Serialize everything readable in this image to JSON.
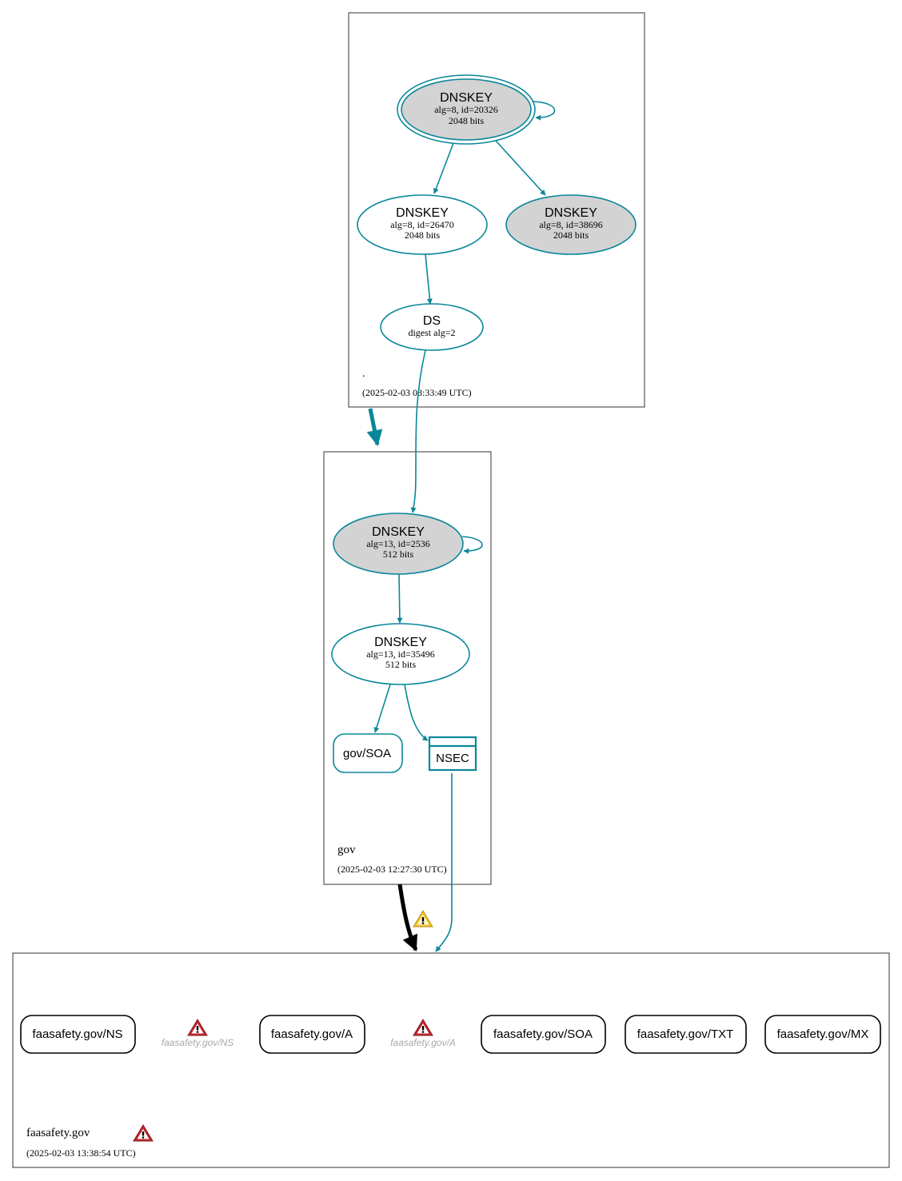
{
  "colors": {
    "teal": "#0a879a",
    "gray_fill": "#d3d3d3",
    "black": "#000000",
    "warn_red": "#c0262d",
    "warn_yellow": "#f2c12e",
    "ghost_text": "#a9a9a9"
  },
  "zones": {
    "root": {
      "name": ".",
      "timestamp": "(2025-02-03 08:33:49 UTC)"
    },
    "gov": {
      "name": "gov",
      "timestamp": "(2025-02-03 12:27:30 UTC)"
    },
    "faasafety": {
      "name": "faasafety.gov",
      "timestamp": "(2025-02-03 13:38:54 UTC)"
    }
  },
  "nodes": {
    "root_ksk": {
      "title": "DNSKEY",
      "line1": "alg=8, id=20326",
      "line2": "2048 bits"
    },
    "root_zsk": {
      "title": "DNSKEY",
      "line1": "alg=8, id=26470",
      "line2": "2048 bits"
    },
    "root_key3": {
      "title": "DNSKEY",
      "line1": "alg=8, id=38696",
      "line2": "2048 bits"
    },
    "ds": {
      "title": "DS",
      "line1": "digest alg=2"
    },
    "gov_ksk": {
      "title": "DNSKEY",
      "line1": "alg=13, id=2536",
      "line2": "512 bits"
    },
    "gov_zsk": {
      "title": "DNSKEY",
      "line1": "alg=13, id=35496",
      "line2": "512 bits"
    },
    "gov_soa": {
      "label": "gov/SOA"
    },
    "nsec": {
      "label": "NSEC"
    }
  },
  "rrsets": [
    {
      "label": "faasafety.gov/NS",
      "style": "solid"
    },
    {
      "label": "faasafety.gov/NS",
      "style": "ghost"
    },
    {
      "label": "faasafety.gov/A",
      "style": "solid"
    },
    {
      "label": "faasafety.gov/A",
      "style": "ghost"
    },
    {
      "label": "faasafety.gov/SOA",
      "style": "solid"
    },
    {
      "label": "faasafety.gov/TXT",
      "style": "solid"
    },
    {
      "label": "faasafety.gov/MX",
      "style": "solid"
    }
  ]
}
